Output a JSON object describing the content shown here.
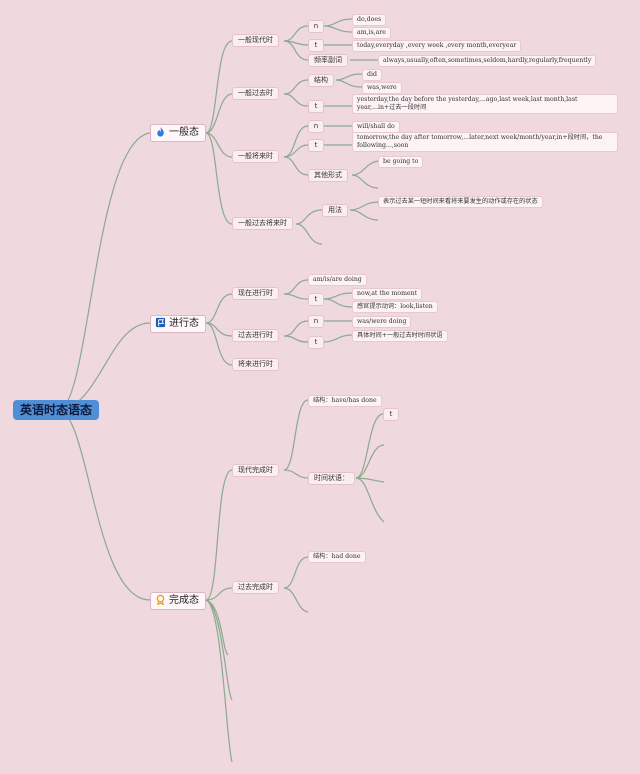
{
  "root": "英语时态语态",
  "general": {
    "label": "一般态",
    "present": {
      "label": "一般现代时",
      "n": "n",
      "n_items": [
        "do,does",
        "am,is,are"
      ],
      "t": "t",
      "t_item": "today,everyday ,every week ,every month,everyear",
      "freq_label": "频率副词",
      "freq_item": "always,usually,often,sometimes,seldom,hardly,regularly,frequently"
    },
    "past": {
      "label": "一般过去时",
      "struct_label": "结构",
      "struct_items": [
        "did",
        "was,were"
      ],
      "t": "t",
      "t_item": "yesterday,the day before the yesterday,...ago,last week,last month,last year,...in+过去一段时间"
    },
    "future": {
      "label": "一般将来时",
      "n": "n",
      "n_item": "will/shall do",
      "t": "t",
      "t_item": "tomorrow,the day after tomorrow,...later,next week/month/year,in+段时间，the following...,soon",
      "other_label": "其他形式",
      "other_item": "be going to"
    },
    "past_future": {
      "label": "一般过去将来时",
      "usage_label": "用法",
      "usage_item": "表示过去某一短时间来看将来要发生的动作或存在的状态"
    }
  },
  "progressive": {
    "label": "进行态",
    "present": {
      "label": "现在进行时",
      "item": "am/is/are doing",
      "t": "t",
      "t_items": [
        "now,at the moment",
        "感官提示动词：look,listen"
      ]
    },
    "past": {
      "label": "过去进行时",
      "n": "n",
      "n_item": "was/were doing",
      "t": "t",
      "t_item": "具体时间+一般过去时时间状语"
    },
    "future": {
      "label": "将来进行时"
    }
  },
  "perfect": {
    "label": "完成态",
    "present": {
      "label": "现代完成时",
      "struct": "结构：have/has done",
      "time_label": "时间状语：",
      "t": "t"
    },
    "past": {
      "label": "过去完成时",
      "struct": "结构：had done"
    }
  },
  "colors": {
    "background": "#f0d8df",
    "link": "#8aaa90",
    "root": "#4f8fd8"
  }
}
